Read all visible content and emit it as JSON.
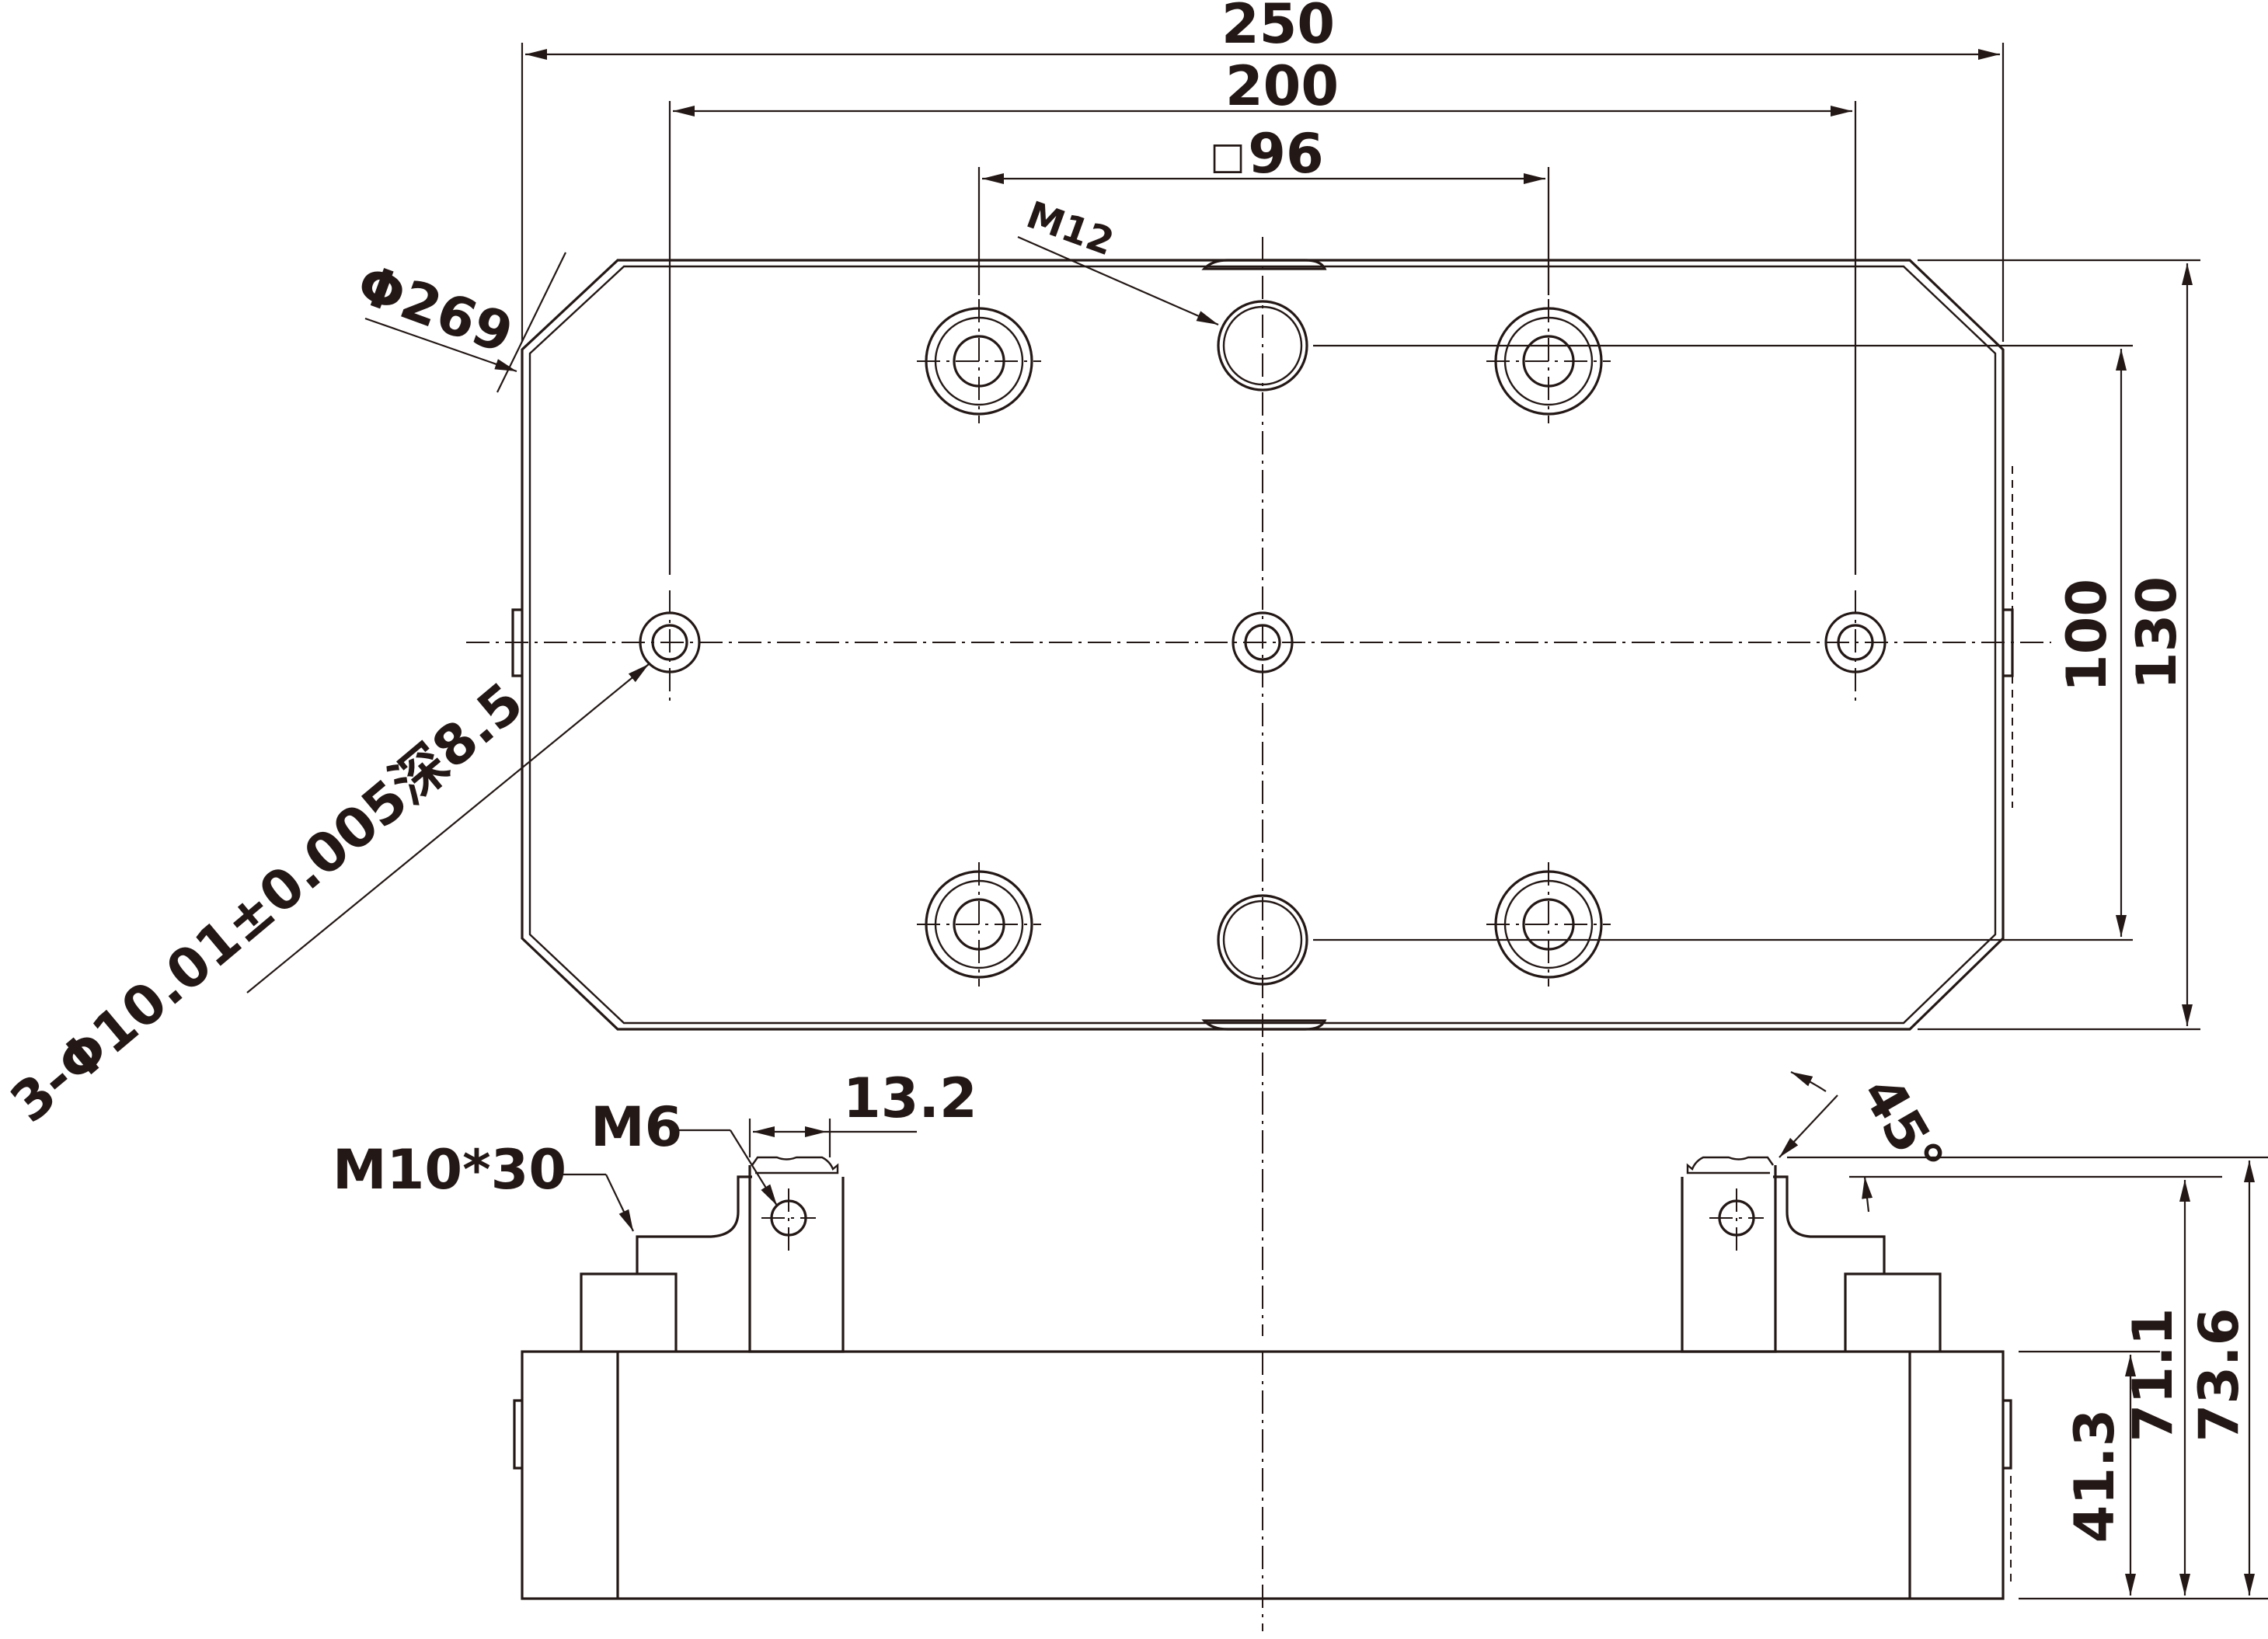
{
  "drawing": {
    "dim_250": "250",
    "dim_200": "200",
    "dim_96": "96",
    "square_symbol": "□",
    "thread_m12": "M12",
    "dia_269": "Φ269",
    "hole_callout": "3-Φ10.01±0.005深8.5",
    "dim_100": "100",
    "dim_130": "130",
    "dim_13_2": "13.2",
    "thread_m6": "M6",
    "bolt_m10x30": "M10*30",
    "angle_45": "45°",
    "dim_41_3": "41.3",
    "dim_71_1": "71.1",
    "dim_73_6": "73.6"
  }
}
